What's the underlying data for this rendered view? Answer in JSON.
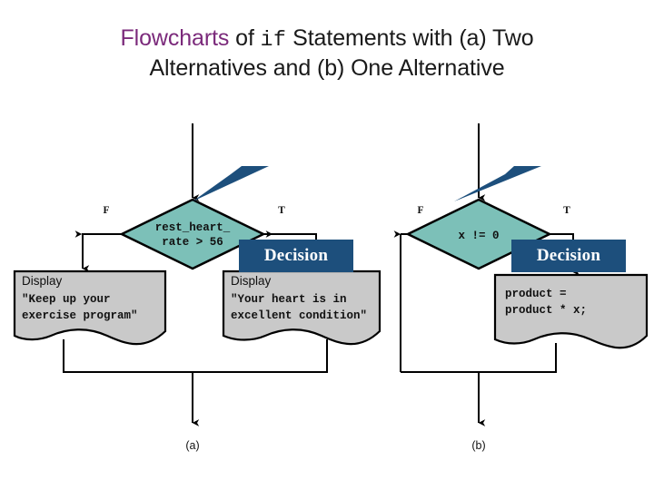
{
  "slide": {
    "background_color": "#ffffff",
    "title": {
      "highlight_word": "Flowcharts",
      "highlight_color": "#7b2a7b",
      "mid_text_1": " of ",
      "mono_word": "if",
      "mid_text_2": " Statements with (a) Two",
      "line_2": "Alternatives and (b) One Alternative"
    }
  },
  "colors": {
    "decision_fill": "#7cc0b8",
    "callout_fill": "#1d4f7c",
    "process_fill": "#c9c9c9",
    "stroke": "#000000",
    "text": "#111111"
  },
  "callouts": [
    {
      "label": "Decision",
      "target": "diamond-a"
    },
    {
      "label": "Decision",
      "target": "diamond-b"
    }
  ],
  "flowchart_a": {
    "caption": "(a)",
    "decision": {
      "line_1": "rest_heart_",
      "line_2": "rate > 56"
    },
    "branch_false_label": "F",
    "branch_true_label": "T",
    "false_box": {
      "header": "Display",
      "line_1": "\"Keep up your",
      "line_2": "exercise program\""
    },
    "true_box": {
      "header": "Display",
      "line_1": "\"Your heart is in",
      "line_2": "excellent condition\""
    }
  },
  "flowchart_b": {
    "caption": "(b)",
    "decision": {
      "line_1": "x != 0"
    },
    "branch_false_label": "F",
    "branch_true_label": "T",
    "true_box": {
      "line_1": "product =",
      "line_2": "product * x;"
    }
  }
}
